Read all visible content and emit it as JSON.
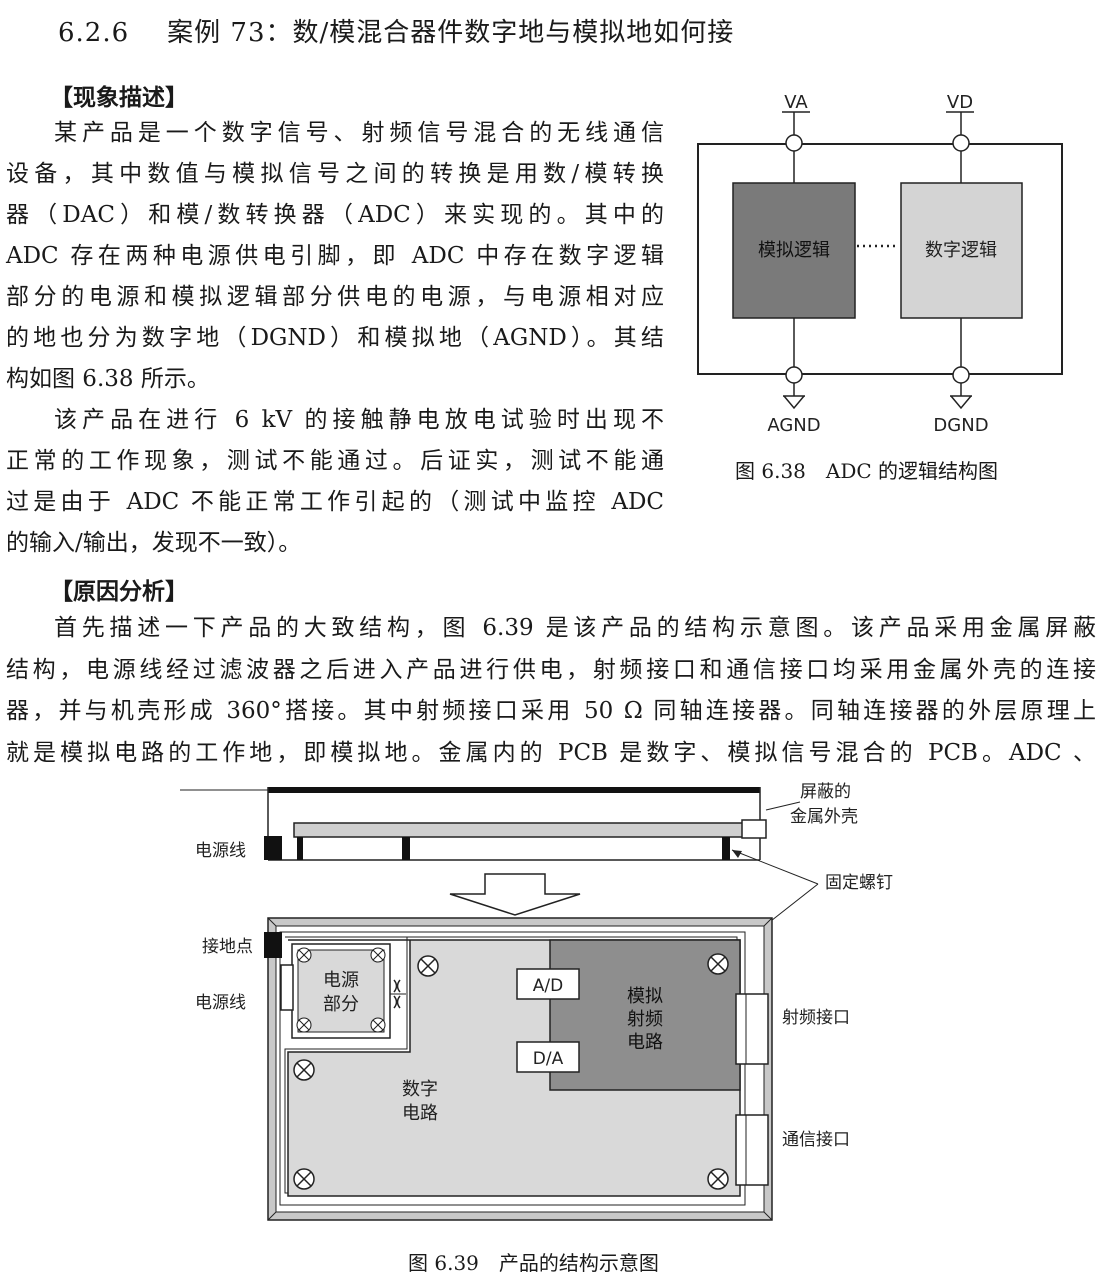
{
  "section": {
    "number": "6.2.6",
    "title": "案例 73：数/模混合器件数字地与模拟地如何接"
  },
  "headings": {
    "phenomenon": "【现象描述】",
    "cause": "【原因分析】"
  },
  "phenomenon_paragraph_1": [
    "某产品是一个数字信号、射频信号混合的无线通信",
    "设备，其中数值与模拟信号之间的转换是用数/模转换",
    "器（DAC）和模/数转换器（ADC）来实现的。其中的",
    "ADC 存在两种电源供电引脚，即 ADC 中存在数字逻辑",
    "部分的电源和模拟逻辑部分供电的电源，与电源相对应",
    "的地也分为数字地（DGND）和模拟地（AGND）。其结",
    "构如图 6.38 所示。"
  ],
  "phenomenon_paragraph_2": [
    "该产品在进行 6 kV 的接触静电放电试验时出现不",
    "正常的工作现象，测试不能通过。后证实，测试不能通",
    "过是由于 ADC 不能正常工作引起的（测试中监控 ADC",
    "的输入/输出，发现不一致）。"
  ],
  "cause_paragraph": [
    "首先描述一下产品的大致结构，图 6.39 是该产品的结构示意图。该产品采用金属屏蔽",
    "结构，电源线经过滤波器之后进入产品进行供电，射频接口和通信接口均采用金属外壳的连接",
    "器，并与机壳形成 360°搭接。其中射频接口采用 50 Ω 同轴连接器。同轴连接器的外层原理上",
    "就是模拟电路的工作地，即模拟地。金属内的 PCB 是数字、模拟信号混合的 PCB。ADC 、"
  ],
  "figure_638": {
    "caption": "图 6.38　ADC 的逻辑结构图",
    "va": "VA",
    "vd": "VD",
    "analog_logic": "模拟逻辑",
    "digital_logic": "数字逻辑",
    "agnd": "AGND",
    "dgnd": "DGND",
    "colors": {
      "analog_fill": "#7a7a7a",
      "digital_fill": "#d4d4d4"
    }
  },
  "figure_639": {
    "caption": "图 6.39　产品的结构示意图",
    "shield_label_line1": "屏蔽的",
    "shield_label_line2": "金属外壳",
    "power_line_top": "电源线",
    "screw_label": "固定螺钉",
    "ground_point": "接地点",
    "power_line_bottom": "电源线",
    "power_section_line1": "电源",
    "power_section_line2": "部分",
    "ad": "A/D",
    "da": "D/A",
    "rf_circuit_line1": "模拟",
    "rf_circuit_line2": "射频",
    "rf_circuit_line3": "电路",
    "digital_circuit_line1": "数字",
    "digital_circuit_line2": "电路",
    "rf_port": "射频接口",
    "comm_port": "通信接口",
    "colors": {
      "rf_fill": "#8e8e8e",
      "board_fill": "#d9d9d9",
      "chassis_fill": "#c8c8c8"
    }
  }
}
